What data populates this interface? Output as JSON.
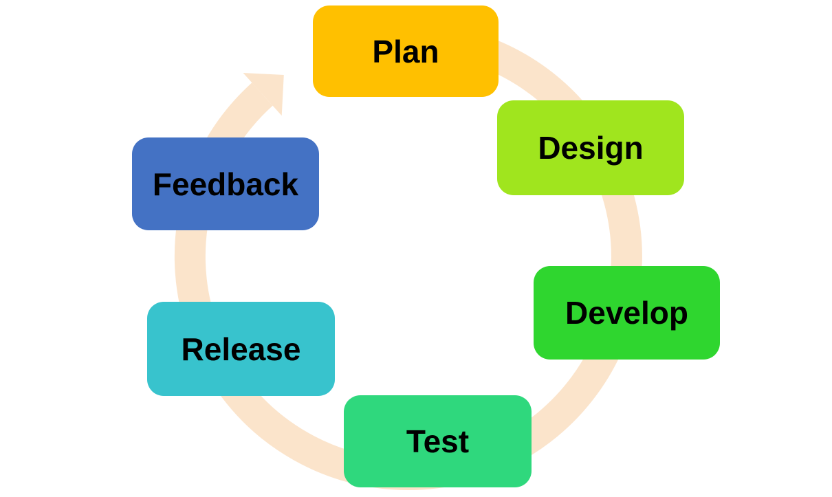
{
  "diagram": {
    "type": "cycle",
    "direction": "clockwise",
    "steps": [
      {
        "label": "Plan",
        "color": "#FFC000"
      },
      {
        "label": "Design",
        "color": "#A0E51E"
      },
      {
        "label": "Develop",
        "color": "#2FD62F"
      },
      {
        "label": "Test",
        "color": "#2FD87D"
      },
      {
        "label": "Release",
        "color": "#38C3CD"
      },
      {
        "label": "Feedback",
        "color": "#4472C4"
      }
    ],
    "arrow_color": "#FBE4CB",
    "label_color": "#000000",
    "background_color": "#FFFFFF"
  }
}
